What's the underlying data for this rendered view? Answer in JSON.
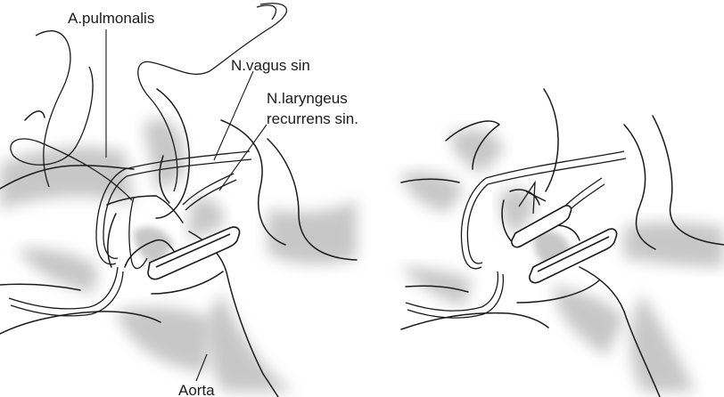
{
  "labels": {
    "pulmonalis": "A.pulmonalis",
    "vagus": "N.vagus sin",
    "laryngeus_line1": "N.laryngeus",
    "laryngeus_line2": "recurrens sin.",
    "aorta": "Aorta"
  },
  "colors": {
    "ink": "#1a1a1a",
    "shade": "#9a9a9a",
    "background": "#ffffff"
  }
}
